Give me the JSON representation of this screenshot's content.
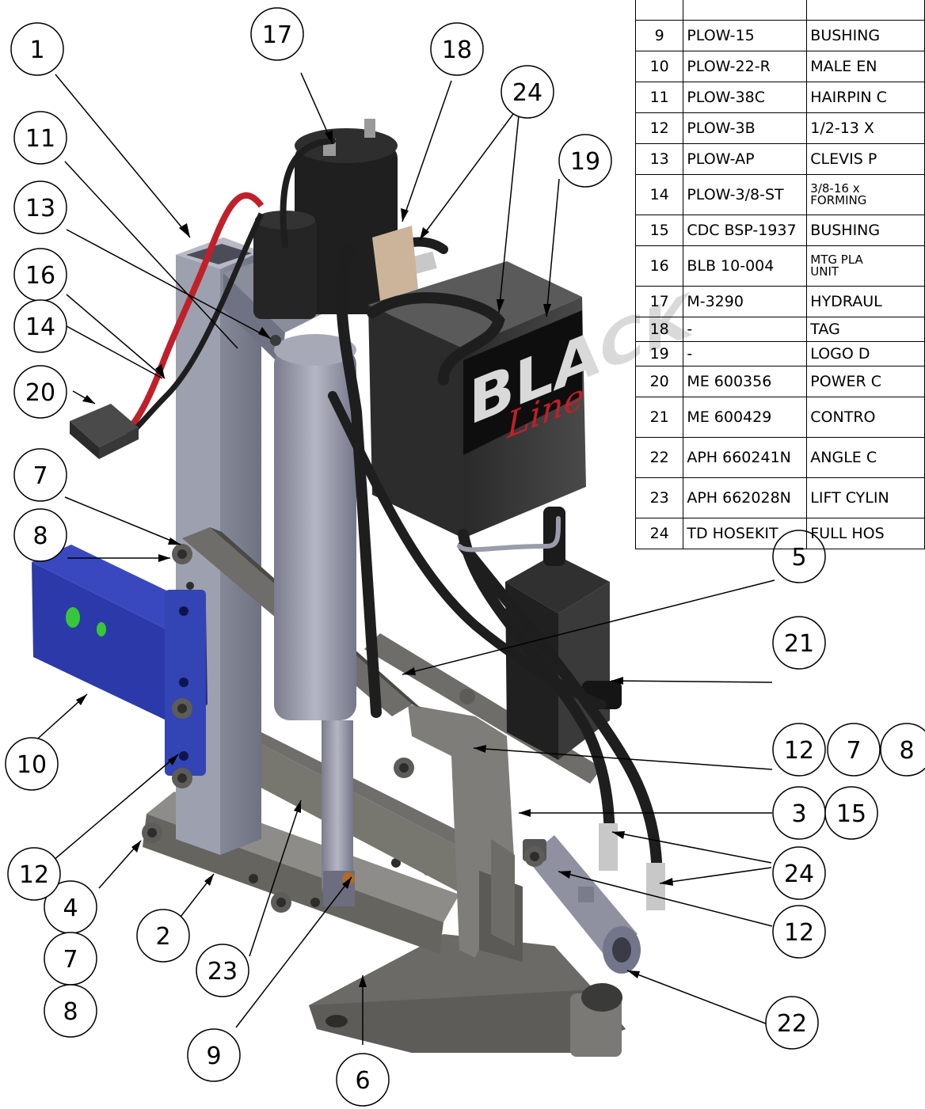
{
  "bom": [
    {
      "item": "9",
      "part": "PLOW-15",
      "desc": "BUSHING"
    },
    {
      "item": "10",
      "part": "PLOW-22-R",
      "desc": "MALE EN"
    },
    {
      "item": "11",
      "part": "PLOW-38C",
      "desc": "HAIRPIN C"
    },
    {
      "item": "12",
      "part": "PLOW-3B",
      "desc": "1/2-13 X"
    },
    {
      "item": "13",
      "part": "PLOW-AP",
      "desc": "CLEVIS P"
    },
    {
      "item": "14",
      "part": "PLOW-3/8-ST",
      "desc": "3/8-16 x\nFORMING"
    },
    {
      "item": "15",
      "part": "CDC BSP-1937",
      "desc": "BUSHING"
    },
    {
      "item": "16",
      "part": "BLB 10-004",
      "desc": "MTG PLA\nUNIT"
    },
    {
      "item": "17",
      "part": "M-3290",
      "desc": "HYDRAUL"
    },
    {
      "item": "18",
      "part": "-",
      "desc": "TAG"
    },
    {
      "item": "19",
      "part": "-",
      "desc": "LOGO D"
    },
    {
      "item": "20",
      "part": "ME 600356",
      "desc": "POWER C"
    },
    {
      "item": "21",
      "part": "ME 600429",
      "desc": "CONTRO"
    },
    {
      "item": "22",
      "part": "APH 660241N",
      "desc": "ANGLE C"
    },
    {
      "item": "23",
      "part": "APH 662028N",
      "desc": "LIFT CYLIN"
    },
    {
      "item": "24",
      "part": "TD HOSEKIT",
      "desc": "FULL HOS"
    }
  ],
  "balloons": [
    "1",
    "17",
    "18",
    "24",
    "11",
    "19",
    "13",
    "16",
    "14",
    "20",
    "7",
    "8",
    "5",
    "21",
    "12",
    "7",
    "8",
    "10",
    "3",
    "15",
    "24",
    "12",
    "4",
    "2",
    "7",
    "23",
    "12",
    "8",
    "22",
    "9",
    "6"
  ],
  "logo": {
    "line1": "BLACK",
    "line2": "Line"
  },
  "colors": {
    "frame": "#8a8d9a",
    "steel": "#7c7b78",
    "hitch": "#2b3aa8",
    "box": "#3a3a3a",
    "cylinder": "#9a9cab",
    "hose": "#1e1e1e",
    "wire": "#c0202a"
  }
}
